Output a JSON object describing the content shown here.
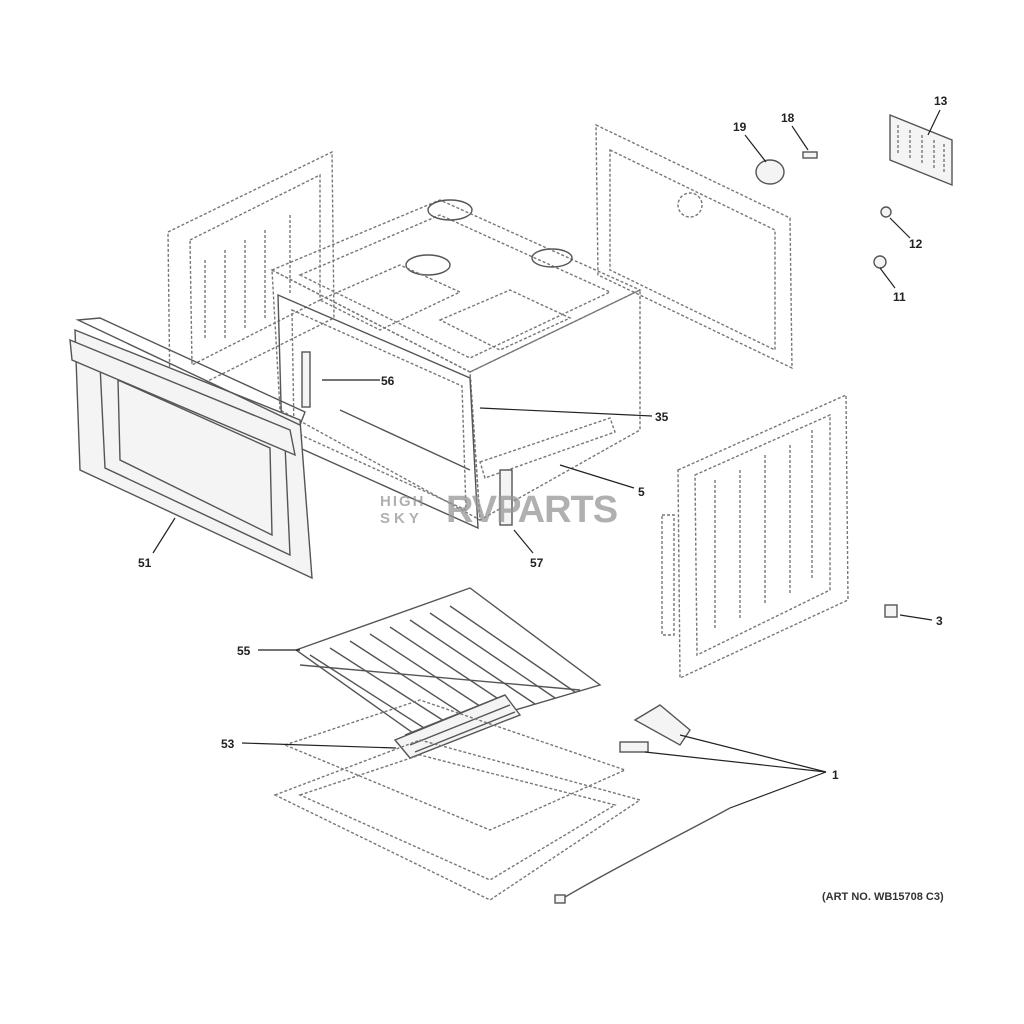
{
  "diagram": {
    "callouts": [
      "19",
      "18",
      "13",
      "12",
      "11",
      "56",
      "35",
      "5",
      "57",
      "51",
      "55",
      "53",
      "3",
      "1"
    ],
    "art_number": "(ART NO. WB15708 C3)"
  },
  "watermark": {
    "line1": "HIGH",
    "line2": "SKY",
    "brand": "RVPARTS"
  }
}
